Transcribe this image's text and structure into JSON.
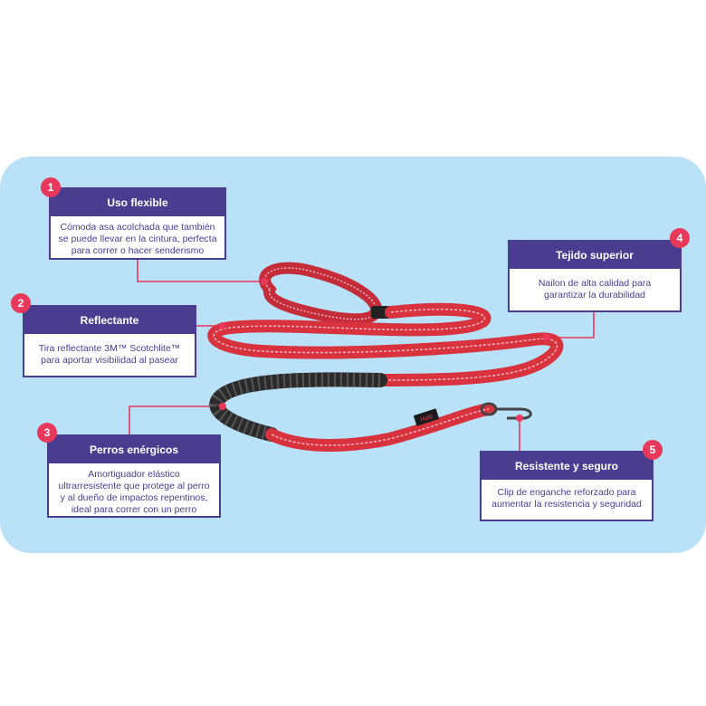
{
  "colors": {
    "panel": "#b9e1f7",
    "card_header": "#4a3d8f",
    "marker": "#e8385b",
    "leash_red": "#d9323f",
    "bungee": "#2b2b2b"
  },
  "callouts": [
    {
      "number": "1",
      "title": "Uso flexible",
      "description": "Cómoda asa acolchada que también se puede llevar en la cintura, perfecta para correr o hacer senderismo"
    },
    {
      "number": "2",
      "title": "Reflectante",
      "description": "Tira reflectante 3M™ Scotchlite™ para aportar visibilidad al pasear"
    },
    {
      "number": "3",
      "title": "Perros enérgicos",
      "description": "Amortiguador elástico ultrarresistente que protege al perro y al dueño de impactos repentinos, ideal para correr con un perro"
    },
    {
      "number": "4",
      "title": "Tejido superior",
      "description": "Nailon de alta calidad para garantizar la durabilidad"
    },
    {
      "number": "5",
      "title": "Resistente y seguro",
      "description": "Clip de enganche reforzado para aumentar la resistencia y seguridad"
    }
  ],
  "product": {
    "image_name": "dog-leash-image",
    "brand_label": "Halti"
  }
}
